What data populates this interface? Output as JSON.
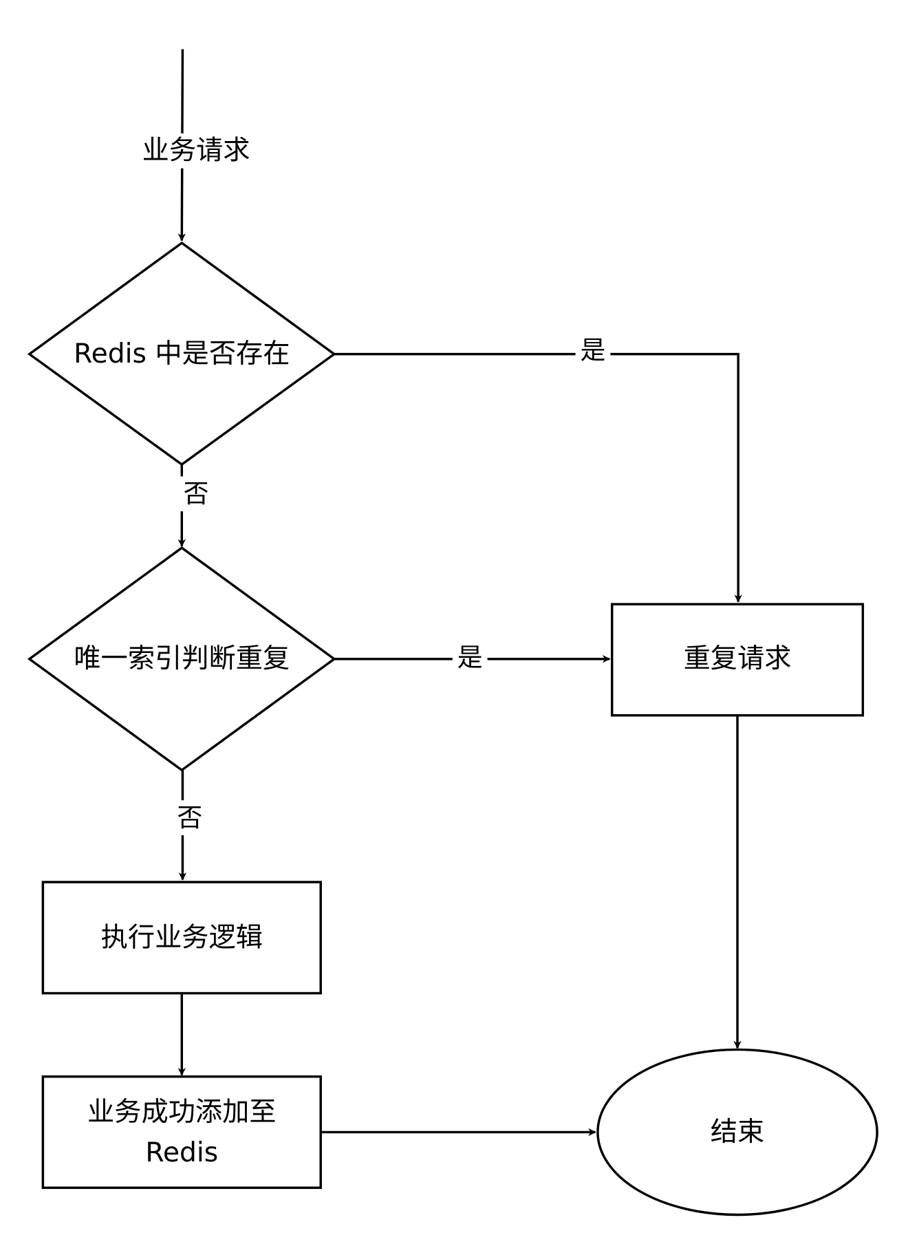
{
  "nodes": {
    "check_redis": "Redis 中是否存在",
    "unique_index": "唯一索引判断重复",
    "duplicate": "重复请求",
    "execute": "执行业务逻辑",
    "add_redis_line1": "业务成功添加至",
    "add_redis_line2": "Redis",
    "end": "结束"
  },
  "edges": {
    "start_label": "业务请求",
    "redis_yes": "是",
    "redis_no": "否",
    "index_yes": "是",
    "index_no": "否"
  },
  "colors": {
    "stroke": "#000000",
    "background": "#ffffff"
  }
}
